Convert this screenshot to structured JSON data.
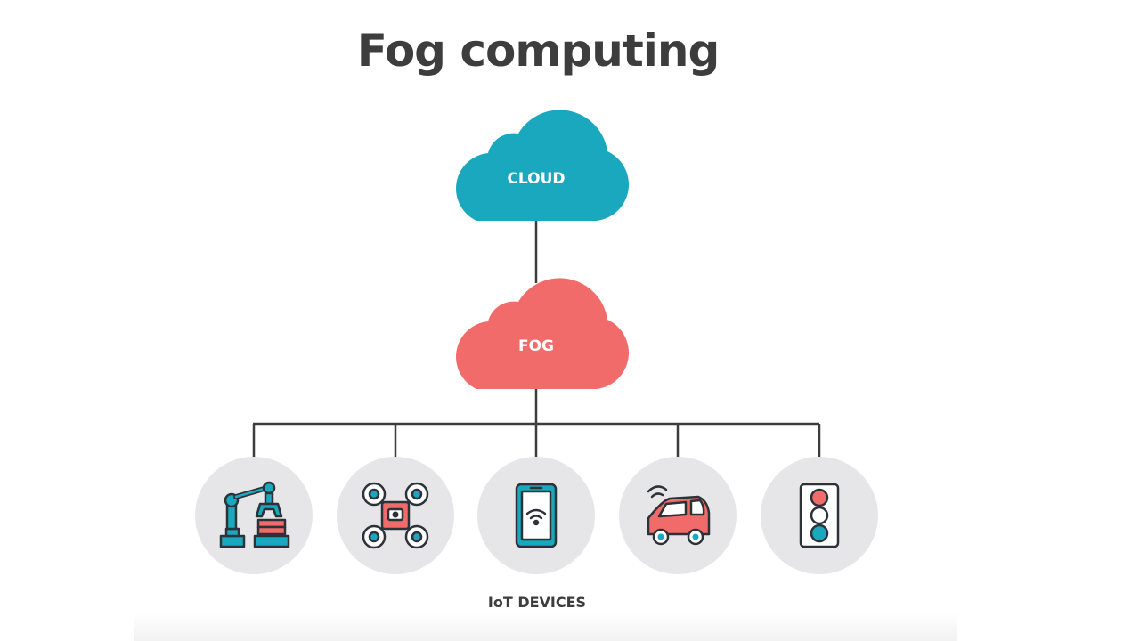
{
  "title": "Fog computing",
  "nodes": {
    "cloud": {
      "label": "CLOUD",
      "color": "#1aa8be"
    },
    "fog": {
      "label": "FOG",
      "color": "#f16b6b"
    }
  },
  "devices": {
    "caption": "IoT DEVICES",
    "items": [
      {
        "icon": "robotic-arm-icon"
      },
      {
        "icon": "drone-icon"
      },
      {
        "icon": "smartphone-wifi-icon"
      },
      {
        "icon": "connected-car-icon"
      },
      {
        "icon": "traffic-light-icon"
      }
    ],
    "circle_color": "#e6e6e8"
  },
  "colors": {
    "line": "#3d3d3d",
    "teal": "#1aa8be",
    "coral": "#f16b6b",
    "dark": "#2d3238"
  }
}
